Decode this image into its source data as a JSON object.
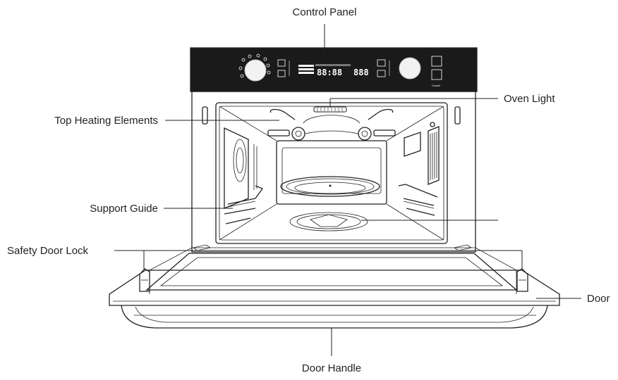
{
  "labels": {
    "control_panel": "Control Panel",
    "oven_light": "Oven Light",
    "top_heating_elements": "Top Heating Elements",
    "support_guide": "Support Guide",
    "safety_door_lock": "Safety Door Lock",
    "door": "Door",
    "door_handle": "Door Handle"
  },
  "panel": {
    "display_left": "88:88",
    "display_right": "888",
    "brand": "Combi"
  },
  "colors": {
    "outline": "#231f20",
    "panel": "#1a1a1a",
    "background": "#ffffff"
  }
}
